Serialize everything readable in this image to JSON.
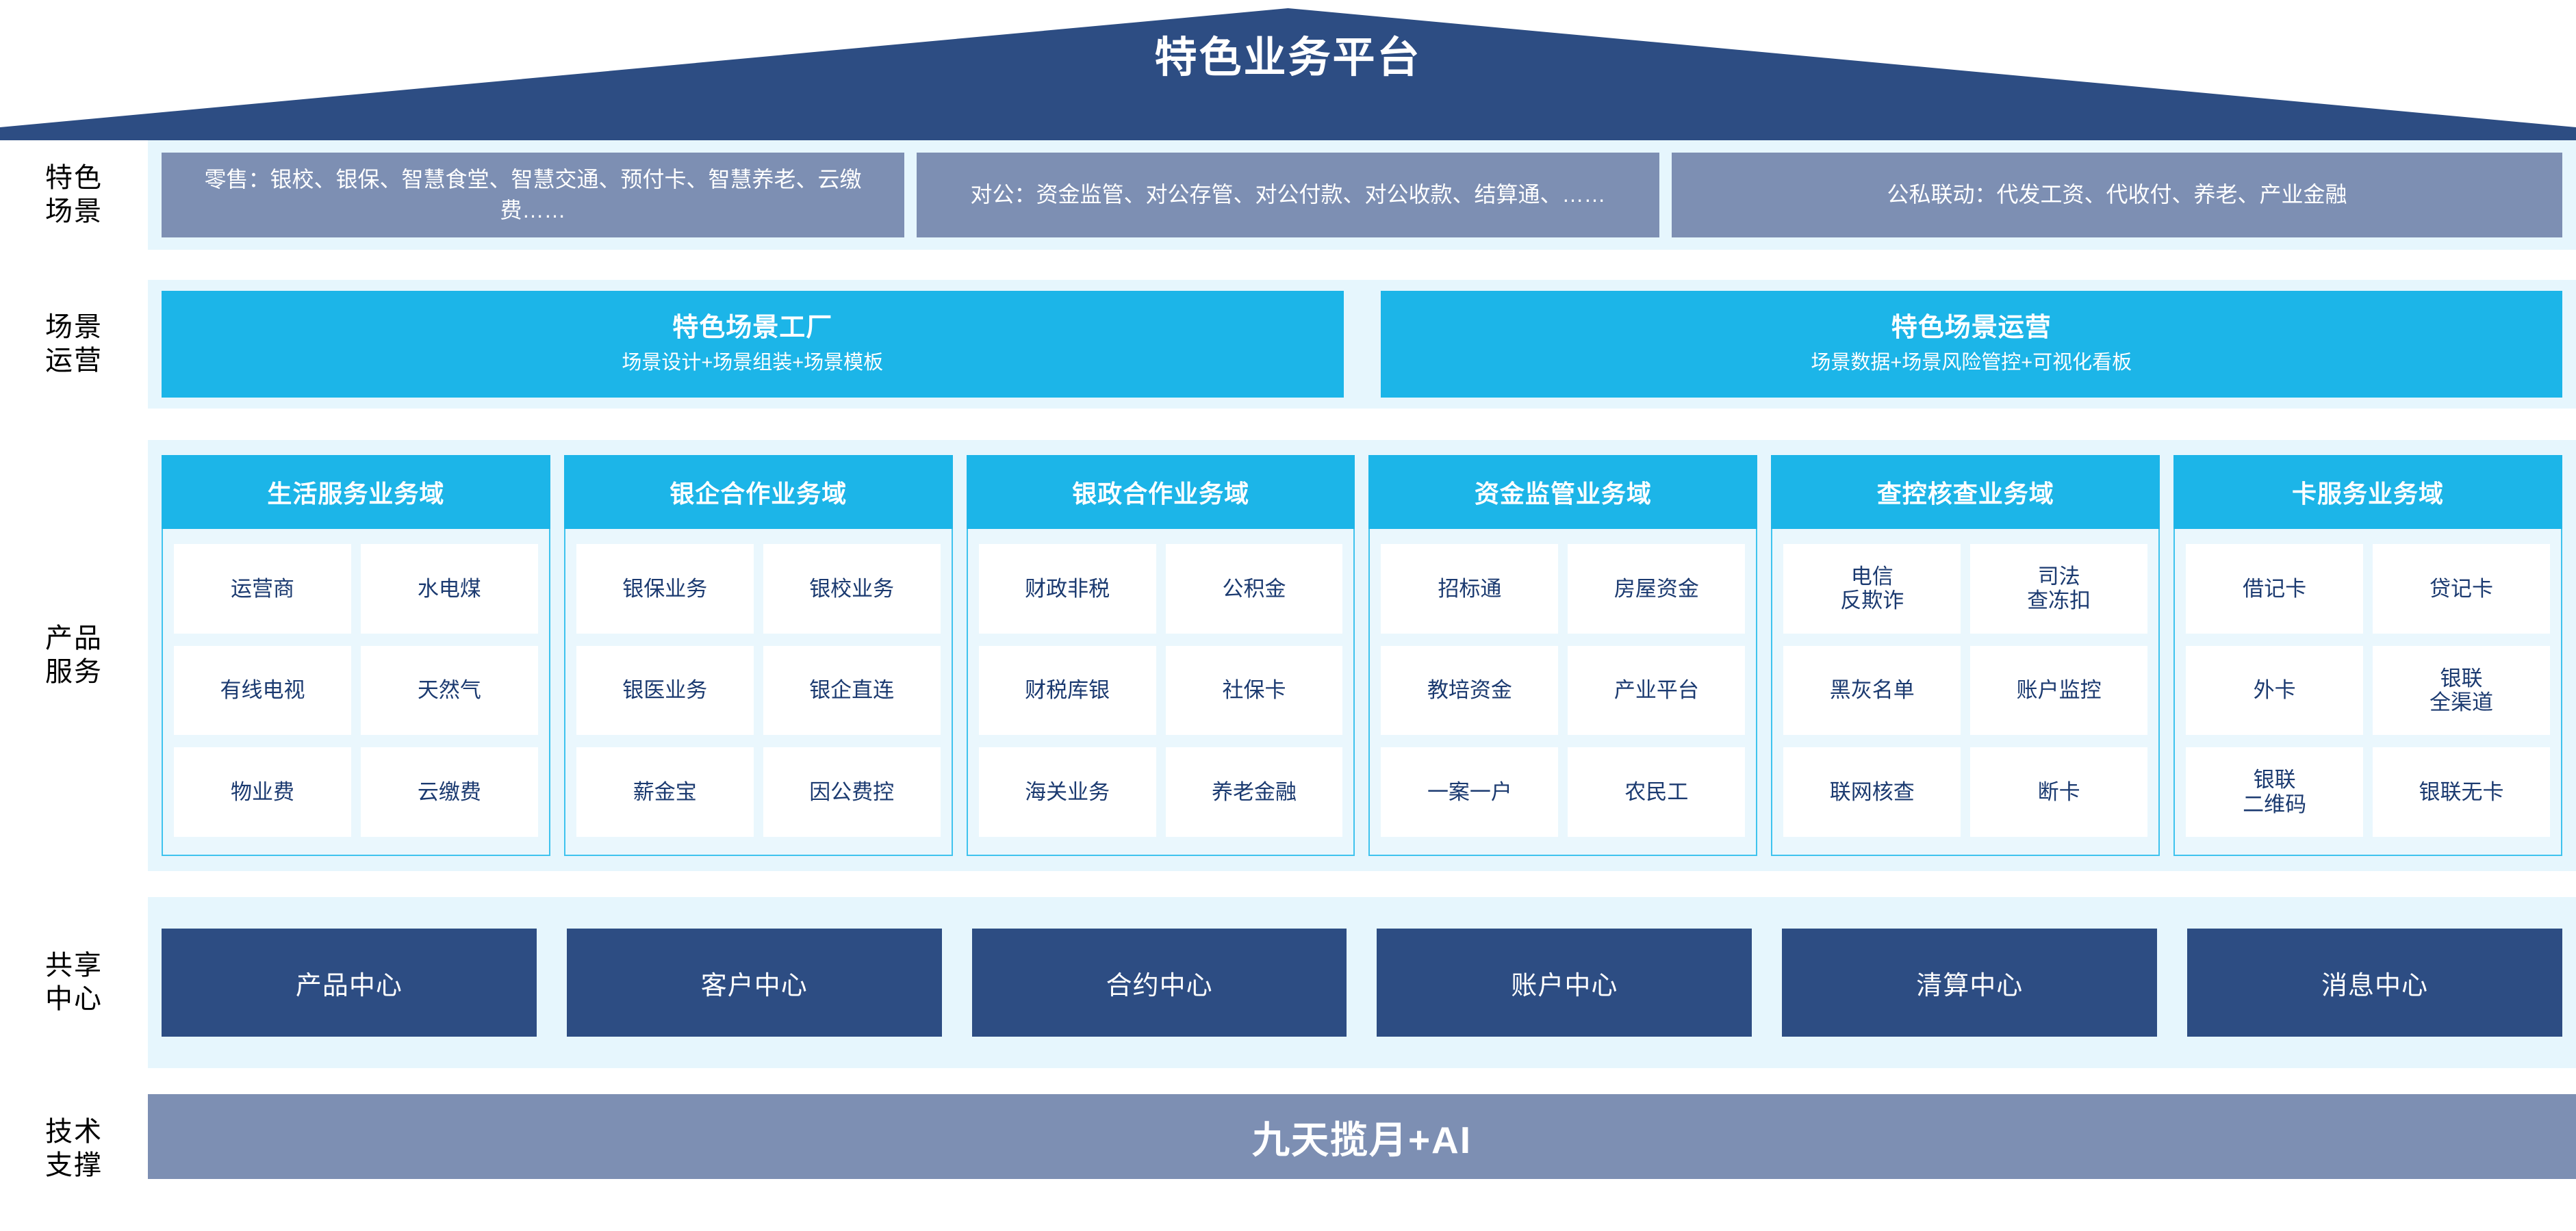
{
  "header": {
    "title": "特色业务平台"
  },
  "rows": {
    "scenarios": {
      "label": "特色\n场景",
      "boxes": [
        {
          "name": "retail",
          "text": "零售：银校、银保、智慧食堂、智慧交通、预付卡、智慧养老、云缴费……"
        },
        {
          "name": "corp",
          "text": "对公：资金监管、对公存管、对公付款、对公收款、结算通、……"
        },
        {
          "name": "linkage",
          "text": "公私联动：代发工资、代收付、养老、产业金融"
        }
      ]
    },
    "operations": {
      "label": "场景\n运营",
      "boxes": [
        {
          "title": "特色场景工厂",
          "sub": "场景设计+场景组装+场景模板"
        },
        {
          "title": "特色场景运营",
          "sub": "场景数据+场景风险管控+可视化看板"
        }
      ]
    },
    "products": {
      "label": "产品\n服务",
      "domains": [
        {
          "title": "生活服务业务域",
          "items": [
            "运营商",
            "水电煤",
            "有线电视",
            "天然气",
            "物业费",
            "云缴费"
          ]
        },
        {
          "title": "银企合作业务域",
          "items": [
            "银保业务",
            "银校业务",
            "银医业务",
            "银企直连",
            "薪金宝",
            "因公费控"
          ]
        },
        {
          "title": "银政合作业务域",
          "items": [
            "财政非税",
            "公积金",
            "财税库银",
            "社保卡",
            "海关业务",
            "养老金融"
          ]
        },
        {
          "title": "资金监管业务域",
          "items": [
            "招标通",
            "房屋资金",
            "教培资金",
            "产业平台",
            "一案一户",
            "农民工"
          ]
        },
        {
          "title": "查控核查业务域",
          "items": [
            "电信\n反欺诈",
            "司法\n查冻扣",
            "黑灰名单",
            "账户监控",
            "联网核查",
            "断卡"
          ]
        },
        {
          "title": "卡服务业务域",
          "items": [
            "借记卡",
            "贷记卡",
            "外卡",
            "银联\n全渠道",
            "银联\n二维码",
            "银联无卡"
          ]
        }
      ]
    },
    "centers": {
      "label": "共享\n中心",
      "boxes": [
        "产品中心",
        "客户中心",
        "合约中心",
        "账户中心",
        "清算中心",
        "消息中心"
      ]
    },
    "tech": {
      "label": "技术\n支撑",
      "bar": "九天揽月+AI"
    }
  },
  "colors": {
    "roof_navy": "#2D4D83",
    "panel_light": "#E6F6FD",
    "slate_blue": "#7D8FB3",
    "cyan": "#1CB5E8",
    "card_body": "#EAF7FD",
    "card_border": "#3FC3EE",
    "cell_text": "#1B3A70",
    "navy_box": "#2D4D83"
  }
}
